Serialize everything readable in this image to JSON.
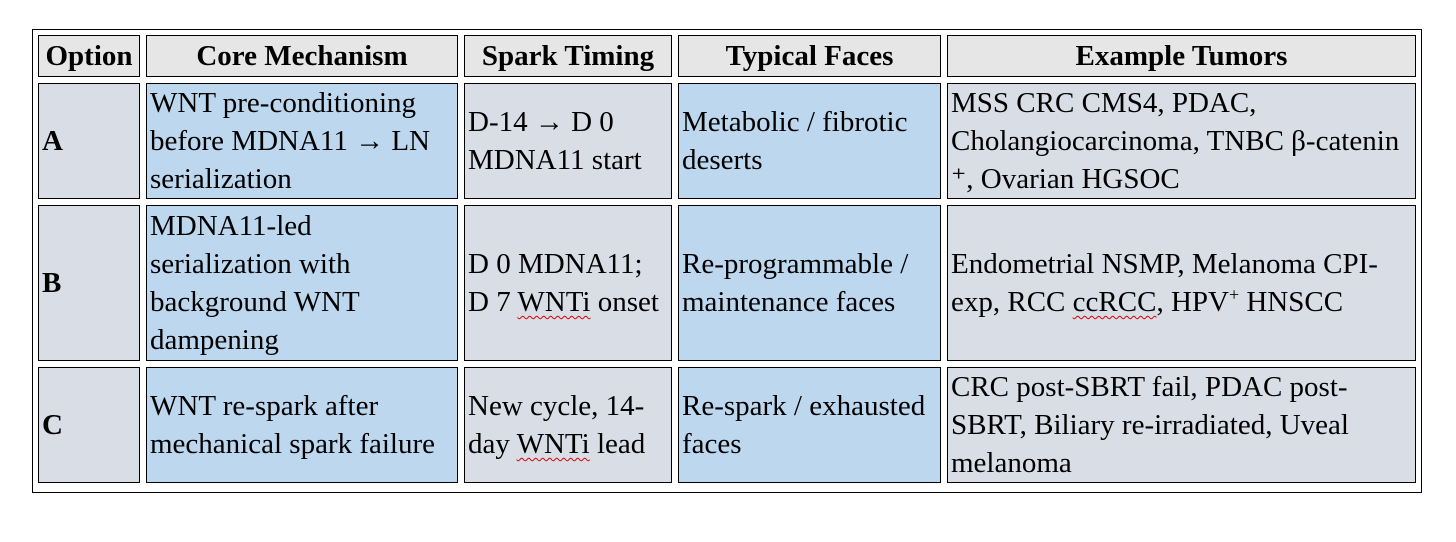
{
  "headers": [
    "Option",
    "Core Mechanism",
    "Spark Timing",
    "Typical Faces",
    "Example Tumors"
  ],
  "rows": [
    {
      "option": "A",
      "mechanism": "WNT pre-conditioning before MDNA11 → LN serialization",
      "timing": "D-14 → D 0 MDNA11 start",
      "faces": "Metabolic / fibrotic deserts",
      "tumors": "MSS CRC CMS4, PDAC, Cholangiocarcinoma, TNBC β-catenin ⁺, Ovarian HGSOC"
    },
    {
      "option": "B",
      "mechanism": "MDNA11-led serialization with background WNT dampening",
      "timing_a": "D 0 MDNA11; D 7 ",
      "timing_b": "WNTi",
      "timing_c": " onset",
      "faces": "Re-programmable / maintenance faces",
      "tumors_a": "Endometrial NSMP, Melanoma CPI-exp, RCC ",
      "tumors_b": "ccRCC",
      "tumors_c": ", HPV",
      "tumors_sup": "+",
      "tumors_d": " HNSCC"
    },
    {
      "option": "C",
      "mechanism": "WNT re-spark after mechanical spark failure",
      "timing_a": "New cycle, 14-day ",
      "timing_b": "WNTi",
      "timing_c": " lead",
      "faces": "Re-spark / exhausted faces",
      "tumors": "CRC post-SBRT fail, PDAC post-SBRT, Biliary re-irradiated, Uveal melanoma"
    }
  ]
}
